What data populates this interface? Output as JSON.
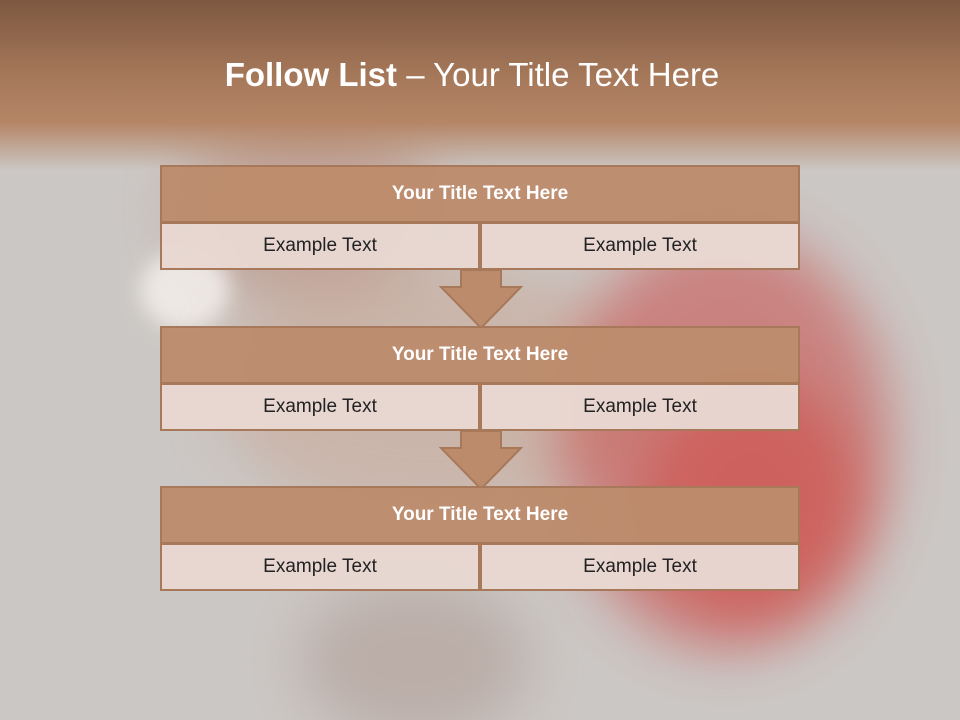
{
  "slide": {
    "title_bold": "Follow List",
    "title_rest": " – Your Title Text Here"
  },
  "steps": [
    {
      "title": "Your Title Text Here",
      "left": "Example Text",
      "right": "Example Text"
    },
    {
      "title": "Your Title Text Here",
      "left": "Example Text",
      "right": "Example Text"
    },
    {
      "title": "Your Title Text Here",
      "left": "Example Text",
      "right": "Example Text"
    }
  ],
  "colors": {
    "header": "#a6785a",
    "block_title": "#bc8b6c",
    "block_cell": "#e8d8d2",
    "border": "#a8785a",
    "arrow": "#bc8b6c",
    "background": "#cbc7c4"
  }
}
